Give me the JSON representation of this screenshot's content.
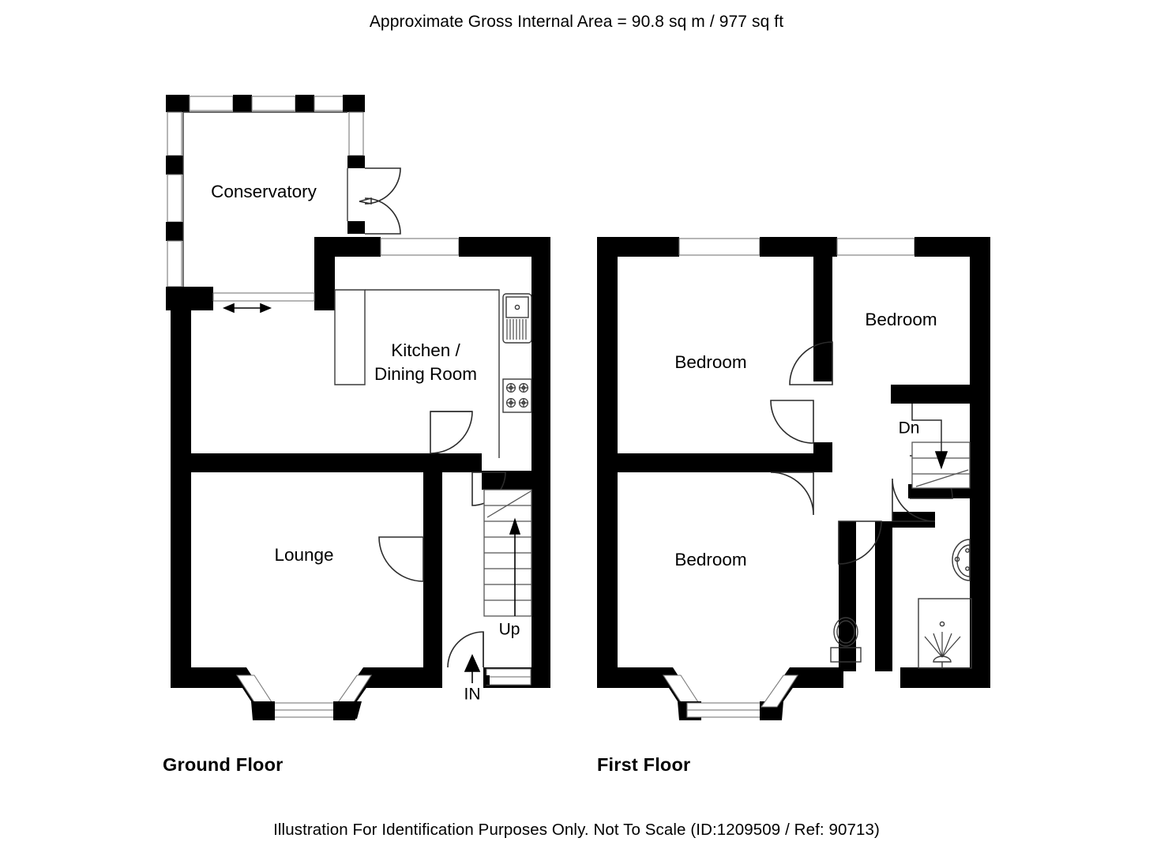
{
  "header": {
    "title": "Approximate Gross Internal Area = 90.8 sq m / 977 sq ft"
  },
  "footer": {
    "disclaimer": "Illustration For Identification Purposes Only. Not To Scale (ID:1209509 / Ref: 90713)"
  },
  "floors": [
    {
      "id": "ground",
      "label": "Ground Floor",
      "rooms": [
        {
          "name": "Conservatory",
          "label": "Conservatory",
          "lines": [
            "Conservatory"
          ]
        },
        {
          "name": "Kitchen / Dining Room",
          "label": "Kitchen / Dining Room",
          "lines": [
            "Kitchen /",
            "Dining Room"
          ]
        },
        {
          "name": "Lounge",
          "label": "Lounge",
          "lines": [
            "Lounge"
          ]
        }
      ],
      "annotations": [
        {
          "name": "stair-direction",
          "text": "Up"
        },
        {
          "name": "entrance",
          "text": "IN"
        }
      ],
      "fixtures": [
        "sink",
        "hob",
        "staircase",
        "kitchen-counter",
        "bay-window",
        "front-door",
        "patio-door"
      ]
    },
    {
      "id": "first",
      "label": "First Floor",
      "rooms": [
        {
          "name": "Bedroom 1",
          "label": "Bedroom",
          "lines": [
            "Bedroom"
          ]
        },
        {
          "name": "Bedroom 2",
          "label": "Bedroom",
          "lines": [
            "Bedroom"
          ]
        },
        {
          "name": "Bedroom 3",
          "label": "Bedroom",
          "lines": [
            "Bedroom"
          ]
        }
      ],
      "annotations": [
        {
          "name": "stair-direction",
          "text": "Dn"
        }
      ],
      "fixtures": [
        "wc",
        "wash-basin",
        "shower",
        "staircase",
        "bay-window",
        "landing"
      ]
    }
  ],
  "colors": {
    "wall": "#000000",
    "background": "#ffffff",
    "line": "#2b2b2b",
    "glass_stroke": "#7a7a7a"
  }
}
